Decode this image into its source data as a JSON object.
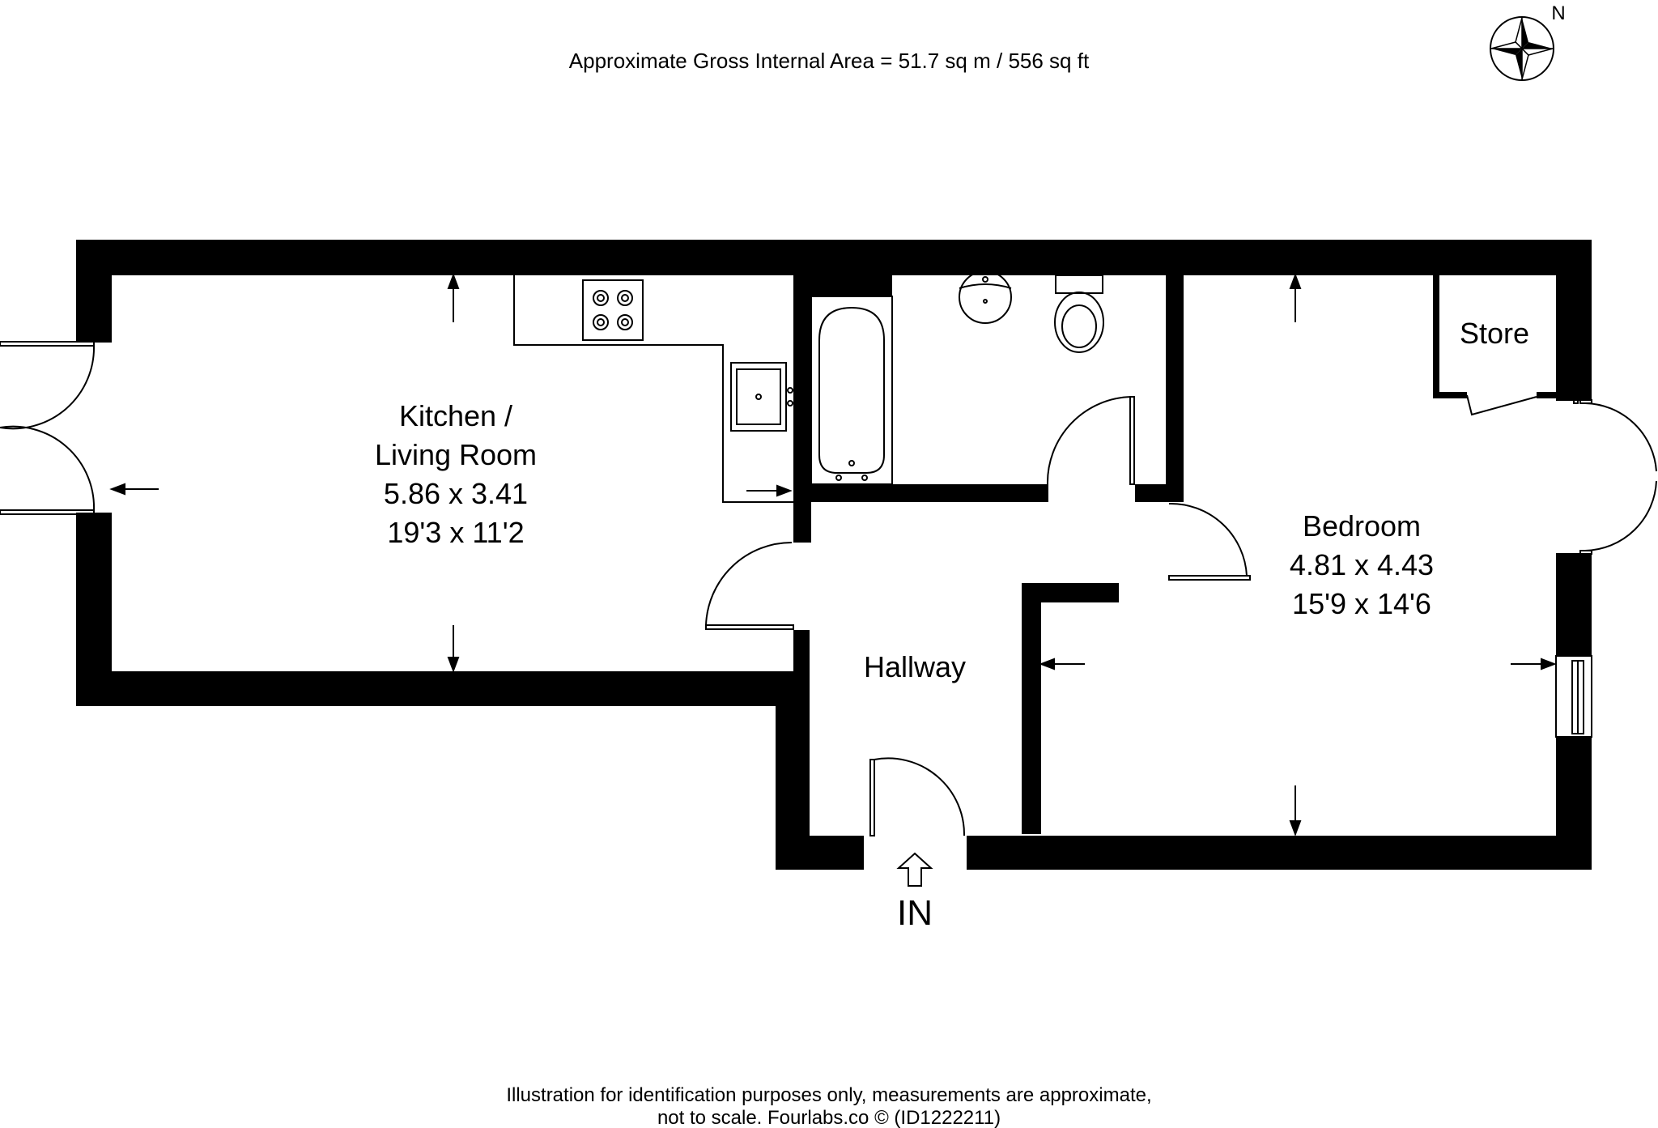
{
  "header": {
    "gross_area": "Approximate Gross Internal Area = 51.7 sq m / 556 sq ft"
  },
  "compass": {
    "north_label": "N"
  },
  "rooms": {
    "kitchen": {
      "name_line1": "Kitchen /",
      "name_line2": "Living Room",
      "metric": "5.86 x 3.41",
      "imperial": "19'3 x 11'2"
    },
    "bedroom": {
      "name": "Bedroom",
      "metric": "4.81 x 4.43",
      "imperial": "15'9 x 14'6"
    },
    "hallway": {
      "name": "Hallway"
    },
    "store": {
      "name": "Store"
    }
  },
  "entrance": {
    "label": "IN"
  },
  "footer": {
    "line1": "Illustration for identification purposes only, measurements are approximate,",
    "line2": "not to scale. Fourlabs.co © (ID1222211)"
  },
  "colors": {
    "wall": "#000000",
    "background": "#ffffff",
    "line": "#000000"
  }
}
